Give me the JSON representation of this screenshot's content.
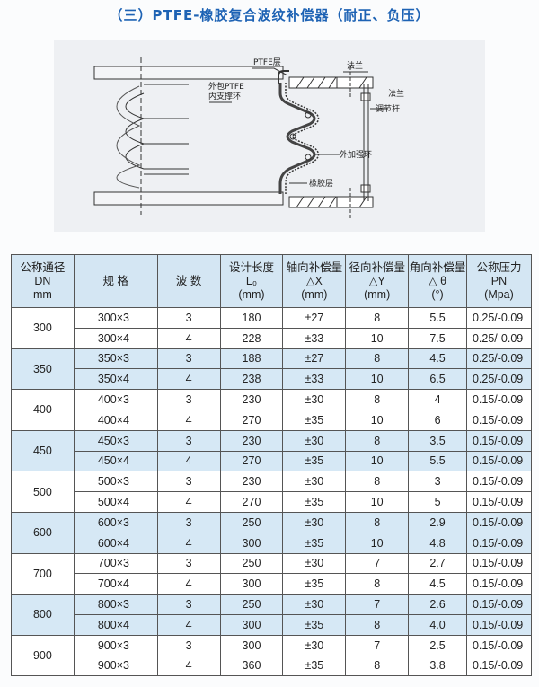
{
  "title": "（三）PTFE-橡胶复合波纹补偿器（耐正、负压）",
  "diagram": {
    "labels": [
      "PTFE层",
      "法兰",
      "外包PTFE",
      "内支撑环",
      "法兰",
      "调节杆",
      "外加强环",
      "橡胶层"
    ]
  },
  "table": {
    "headers": [
      [
        "公称通径",
        "DN",
        "mm"
      ],
      [
        "规  格"
      ],
      [
        "波  数"
      ],
      [
        "设计长度",
        "L₀",
        "(mm)"
      ],
      [
        "轴向补偿量",
        "△X",
        "(mm)"
      ],
      [
        "径向补偿量",
        "△Y",
        "(mm)"
      ],
      [
        "角向补偿量",
        "△ θ",
        "(°)"
      ],
      [
        "公称压力",
        "PN",
        "(Mpa)"
      ]
    ],
    "groups": [
      {
        "dn": "300",
        "rows": [
          [
            "300×3",
            "3",
            "180",
            "±27",
            "8",
            "5.5",
            "0.25/-0.09"
          ],
          [
            "300×4",
            "4",
            "228",
            "±33",
            "10",
            "7.5",
            "0.25/-0.09"
          ]
        ]
      },
      {
        "dn": "350",
        "rows": [
          [
            "350×3",
            "3",
            "188",
            "±27",
            "8",
            "4.5",
            "0.25/-0.09"
          ],
          [
            "350×4",
            "4",
            "238",
            "±33",
            "10",
            "6.5",
            "0.25/-0.09"
          ]
        ]
      },
      {
        "dn": "400",
        "rows": [
          [
            "400×3",
            "3",
            "230",
            "±30",
            "8",
            "4",
            "0.15/-0.09"
          ],
          [
            "400×4",
            "4",
            "270",
            "±35",
            "10",
            "6",
            "0.15/-0.09"
          ]
        ]
      },
      {
        "dn": "450",
        "rows": [
          [
            "450×3",
            "3",
            "230",
            "±30",
            "8",
            "3.5",
            "0.15/-0.09"
          ],
          [
            "450×4",
            "4",
            "270",
            "±35",
            "10",
            "5.5",
            "0.15/-0.09"
          ]
        ]
      },
      {
        "dn": "500",
        "rows": [
          [
            "500×3",
            "3",
            "230",
            "±30",
            "8",
            "3",
            "0.15/-0.09"
          ],
          [
            "500×4",
            "4",
            "270",
            "±35",
            "10",
            "5",
            "0.15/-0.09"
          ]
        ]
      },
      {
        "dn": "600",
        "rows": [
          [
            "600×3",
            "3",
            "250",
            "±30",
            "8",
            "2.9",
            "0.15/-0.09"
          ],
          [
            "600×4",
            "4",
            "300",
            "±35",
            "10",
            "4.8",
            "0.15/-0.09"
          ]
        ]
      },
      {
        "dn": "700",
        "rows": [
          [
            "700×3",
            "3",
            "250",
            "±30",
            "7",
            "2.7",
            "0.15/-0.09"
          ],
          [
            "700×4",
            "4",
            "300",
            "±35",
            "8",
            "4.5",
            "0.15/-0.09"
          ]
        ]
      },
      {
        "dn": "800",
        "rows": [
          [
            "800×3",
            "3",
            "250",
            "±30",
            "7",
            "2.6",
            "0.15/-0.09"
          ],
          [
            "800×4",
            "4",
            "300",
            "±35",
            "8",
            "4.0",
            "0.15/-0.09"
          ]
        ]
      },
      {
        "dn": "900",
        "rows": [
          [
            "900×3",
            "3",
            "300",
            "±30",
            "7",
            "2.5",
            "0.15/-0.09"
          ],
          [
            "900×3",
            "4",
            "360",
            "±35",
            "8",
            "3.8",
            "0.15/-0.09"
          ]
        ]
      }
    ]
  }
}
